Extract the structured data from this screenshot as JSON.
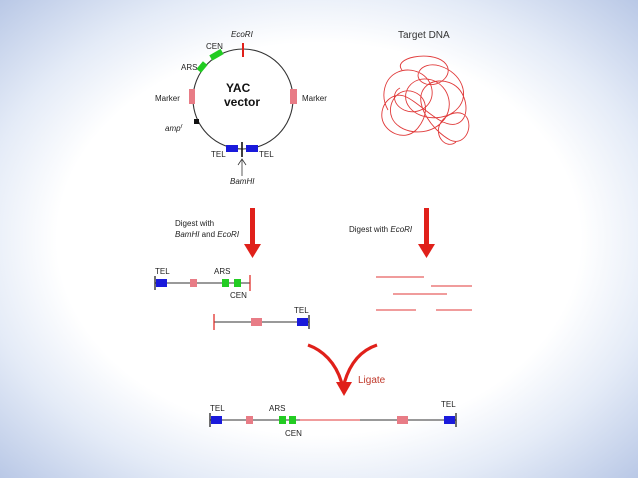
{
  "yac": {
    "ecori": "EcoRI",
    "cen": "CEN",
    "ars": "ARS",
    "marker_left": "Marker",
    "marker_right": "Marker",
    "title_line1": "YAC",
    "title_line2": "vector",
    "amp": "amp",
    "amp_sup": "r",
    "tel_left": "TEL",
    "tel_right": "TEL",
    "bamhi": "BamHI"
  },
  "target": {
    "title": "Target DNA"
  },
  "digest_left": {
    "line1": "Digest with",
    "line2_a": "BamHI",
    "line2_b": " and ",
    "line2_c": "EcoRI"
  },
  "digest_right": {
    "prefix": "Digest with ",
    "enzyme": "EcoRI"
  },
  "fragments": {
    "left_tel": "TEL",
    "left_ars": "ARS",
    "left_cen": "CEN",
    "right_tel": "TEL"
  },
  "ligate": {
    "label": "Ligate"
  },
  "final": {
    "tel_left": "TEL",
    "ars": "ARS",
    "cen": "CEN",
    "tel_right": "TEL"
  },
  "colors": {
    "tel": "#1a1adb",
    "ars_cen": "#22cc22",
    "marker": "#e87c86",
    "arrow": "#e0201a",
    "dna": "#e03a3a"
  }
}
